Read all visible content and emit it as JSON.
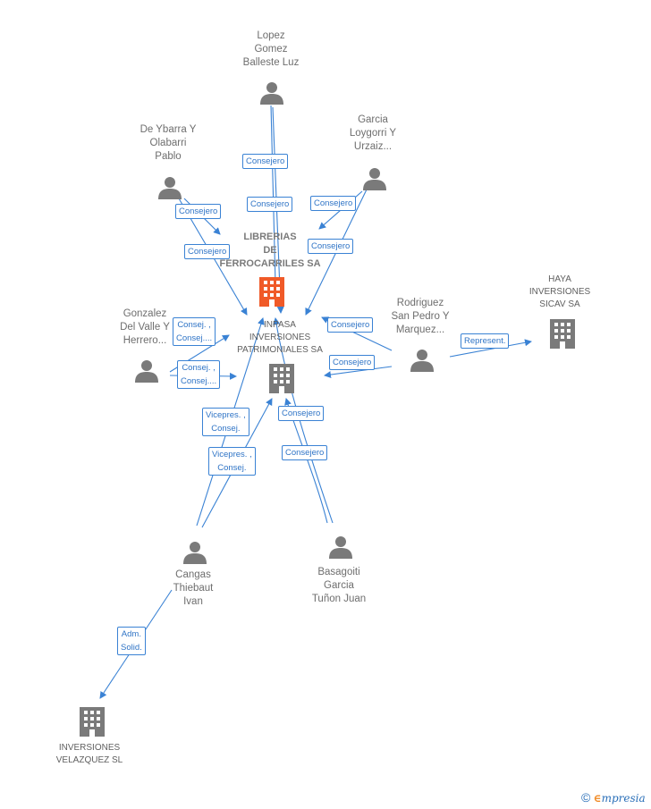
{
  "nodes": {
    "lopez": [
      "Lopez",
      "Gomez",
      "Balleste Luz"
    ],
    "deybarra": [
      "De Ybarra Y",
      "Olabarri",
      "Pablo"
    ],
    "garcia": [
      "Garcia",
      "Loygorri Y",
      "Urzaiz..."
    ],
    "librerias": [
      "LIBRERIAS",
      "DE",
      "FERROCARRILES SA"
    ],
    "haya": [
      "HAYA",
      "INVERSIONES",
      "SICAV SA"
    ],
    "gonzalez": [
      "Gonzalez",
      "Del Valle Y",
      "Herrero..."
    ],
    "rodriguez": [
      "Rodriguez",
      "San Pedro Y",
      "Marquez..."
    ],
    "inpasa": [
      "INPASA",
      "INVERSIONES",
      "PATRIMONIALES SA"
    ],
    "cangas": [
      "Cangas",
      "Thiebaut",
      "Ivan"
    ],
    "basagoiti": [
      "Basagoiti",
      "Garcia",
      "Tuñon Juan"
    ],
    "velazquez": [
      "INVERSIONES",
      "VELAZQUEZ SL"
    ]
  },
  "edges": {
    "e1": [
      "Consejero"
    ],
    "e2": [
      "Consejero"
    ],
    "e3": [
      "Consejero"
    ],
    "e4": [
      "Consejero"
    ],
    "e5": [
      "Consejero"
    ],
    "e6": [
      "Consejero"
    ],
    "e7": [
      "Consej. ,",
      "Consej...."
    ],
    "e8": [
      "Consejero"
    ],
    "e9": [
      "Represent."
    ],
    "e10": [
      "Consej. ,",
      "Consej...."
    ],
    "e11": [
      "Consejero"
    ],
    "e12": [
      "Vicepres. ,",
      "Consej."
    ],
    "e13": [
      "Consejero"
    ],
    "e14": [
      "Vicepres. ,",
      "Consej."
    ],
    "e15": [
      "Consejero"
    ],
    "e16": [
      "Adm.",
      "Solid."
    ]
  },
  "colors": {
    "edge": "#3a82d4",
    "main_company": "#f05a28",
    "company": "#7a7a7a",
    "person": "#7a7a7a"
  },
  "footer": {
    "copyright": "©",
    "brand_e": "∈",
    "brand_rest": "mpresia"
  }
}
